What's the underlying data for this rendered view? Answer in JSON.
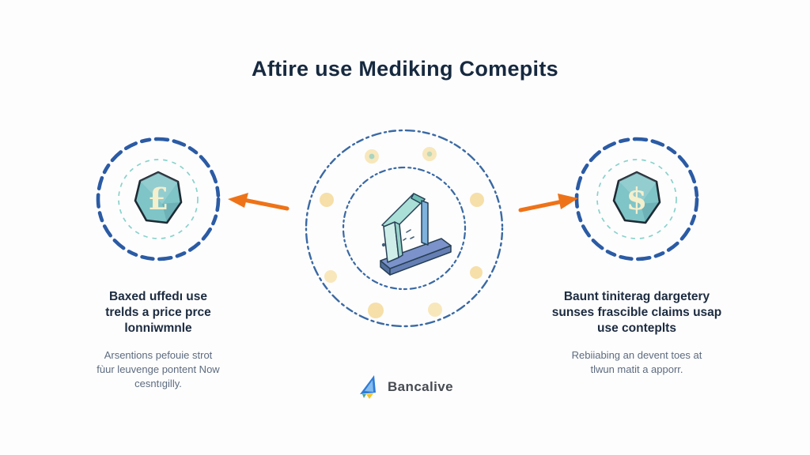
{
  "title": "Aftire use Mediking Comepits",
  "left_node": {
    "coin_symbol": "£",
    "heading_lines": [
      "Baxed uffedı use",
      "trelds a price prce",
      "lonniwmnle"
    ],
    "description_lines": [
      "Arsentions pefouie strot",
      "fùur leuvenge pontent Now",
      "cesntıgilly."
    ]
  },
  "right_node": {
    "coin_symbol": "$",
    "heading_lines": [
      "Baunt tiniterag dargetery",
      "sunses frascible claims usap",
      "use conteplts"
    ],
    "description_lines": [
      "Rebiiabing an devent toes at",
      "tlwun matit a apporr."
    ]
  },
  "footer": {
    "brand": "Bancalive"
  },
  "icons": {
    "left_coin": "pound-coin-icon",
    "right_coin": "dollar-coin-icon",
    "center": "isometric-arch-machine-illustration",
    "logo": "sail-logo-icon"
  },
  "colors": {
    "title_text": "#16293f",
    "heading_text": "#1c2b3f",
    "description_text": "#5d6b7e",
    "outer_dash_blue": "#2b5ba4",
    "inner_dash_teal": "#8ad2ca",
    "center_dash_blue": "#3a69a3",
    "coin_fill": "#7fc4c7",
    "coin_outline": "#1e2a33",
    "coin_symbol_cream": "#f4efcd",
    "arrow_orange": "#ee7318",
    "dot_pale_yellow": "#f7e7bb",
    "illustration_mint": "#cfeee9",
    "illustration_teal": "#a9dfd6",
    "illustration_platform_blue": "#7b93ca",
    "brand_text": "#474c52",
    "logo_blue": "#2f7cd6",
    "logo_yellow": "#f2c52e"
  }
}
